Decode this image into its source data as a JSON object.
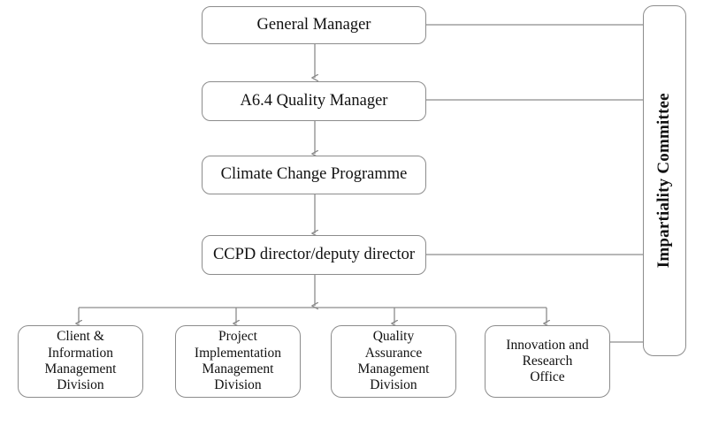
{
  "diagram": {
    "title": "Organisational structure chart",
    "style": {
      "box_border_color": "#8c8c8c",
      "connector_color": "#8c8c8c",
      "text_color": "#111111",
      "background": "#ffffff"
    },
    "nodes": [
      {
        "id": "general-manager",
        "label": "General Manager"
      },
      {
        "id": "quality-manager",
        "label": "A6.4 Quality Manager"
      },
      {
        "id": "climate-change-programme",
        "label": "Climate Change Programme"
      },
      {
        "id": "ccpd-director",
        "label": "CCPD director/deputy director"
      }
    ],
    "divisions": [
      {
        "id": "client-information-management-division",
        "lines": [
          "Client &",
          "Information",
          "Management",
          "Division"
        ]
      },
      {
        "id": "project-implementation-management-division",
        "lines": [
          "Project",
          "Implementation",
          "Management",
          "Division"
        ]
      },
      {
        "id": "quality-assurance-management-division",
        "lines": [
          "Quality",
          "Assurance",
          "Management",
          "Division"
        ]
      },
      {
        "id": "innovation-and-research-office",
        "lines": [
          "Innovation and",
          "Research",
          "Office"
        ]
      }
    ],
    "side_panel": {
      "id": "impartiality-committee",
      "label": "Impartiality  Committee",
      "orientation": "vertical-bottom-to-top"
    }
  }
}
